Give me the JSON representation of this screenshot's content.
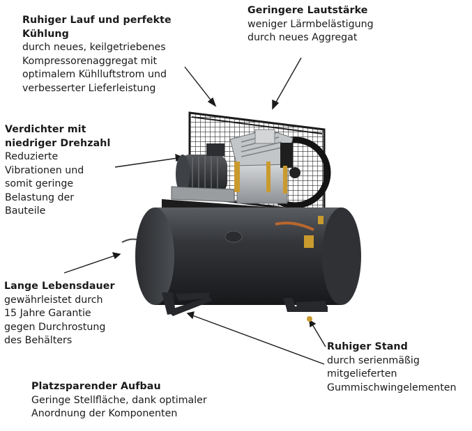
{
  "callouts": {
    "cooling": {
      "title": [
        "Ruhiger Lauf und perfekte",
        "Kühlung"
      ],
      "body": [
        "durch neues, keilgetriebenes",
        "Kompressorenaggregat mit",
        "optimalem Kühlluftstrom und",
        "verbesserter Lieferleistung"
      ]
    },
    "volume": {
      "title": [
        "Geringere Lautstärke"
      ],
      "body": [
        "weniger Lärmbelästigung",
        "durch neues Aggregat"
      ]
    },
    "compressor": {
      "title": [
        "Verdichter mit",
        "niedriger Drehzahl"
      ],
      "body": [
        "Reduzierte",
        "Vibrationen und",
        "somit geringe",
        "Belastung der",
        "Bauteile"
      ]
    },
    "lifetime": {
      "title": [
        "Lange Lebensdauer"
      ],
      "body": [
        "gewährleistet durch",
        "15 Jahre Garantie",
        "gegen Durchrostung",
        "des Behälters"
      ]
    },
    "stand": {
      "title": [
        "Ruhiger Stand"
      ],
      "body": [
        "durch serienmäßig",
        "mitgelieferten",
        "Gummischwingelementen"
      ]
    },
    "space": {
      "title": [
        "Platzsparender Aufbau"
      ],
      "body": [
        "Geringe Stellfläche, dank optimaler",
        "Anordnung der Komponenten"
      ]
    }
  },
  "colors": {
    "text": "#1a1a1a",
    "tank": "#2b2d30",
    "frame": "#1c1c1c",
    "metal": "#b9bcbf",
    "brass": "#c99a2e",
    "copper": "#b8672e"
  }
}
